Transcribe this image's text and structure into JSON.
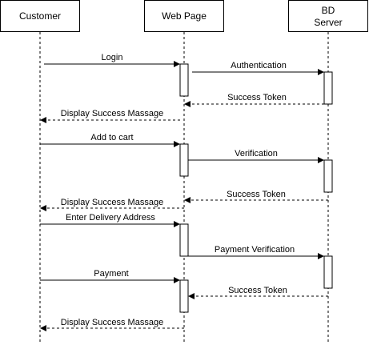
{
  "participants": {
    "customer": {
      "label": "Customer"
    },
    "web_page": {
      "label": "Web Page"
    },
    "bd_server": {
      "line1": "BD",
      "line2": "Server"
    }
  },
  "messages": {
    "login": "Login",
    "authentication": "Authentication",
    "success_token_1": "Success Token",
    "display_success_1": "Display Success Massage",
    "add_to_cart": "Add to cart",
    "verification": "Verification",
    "success_token_2": "Success Token",
    "display_success_2": "Display Success Massage",
    "enter_delivery_address": "Enter Delivery Address",
    "payment_verification": "Payment Verification",
    "payment": "Payment",
    "success_token_3": "Success Token",
    "display_success_3": "Display Success Massage"
  }
}
